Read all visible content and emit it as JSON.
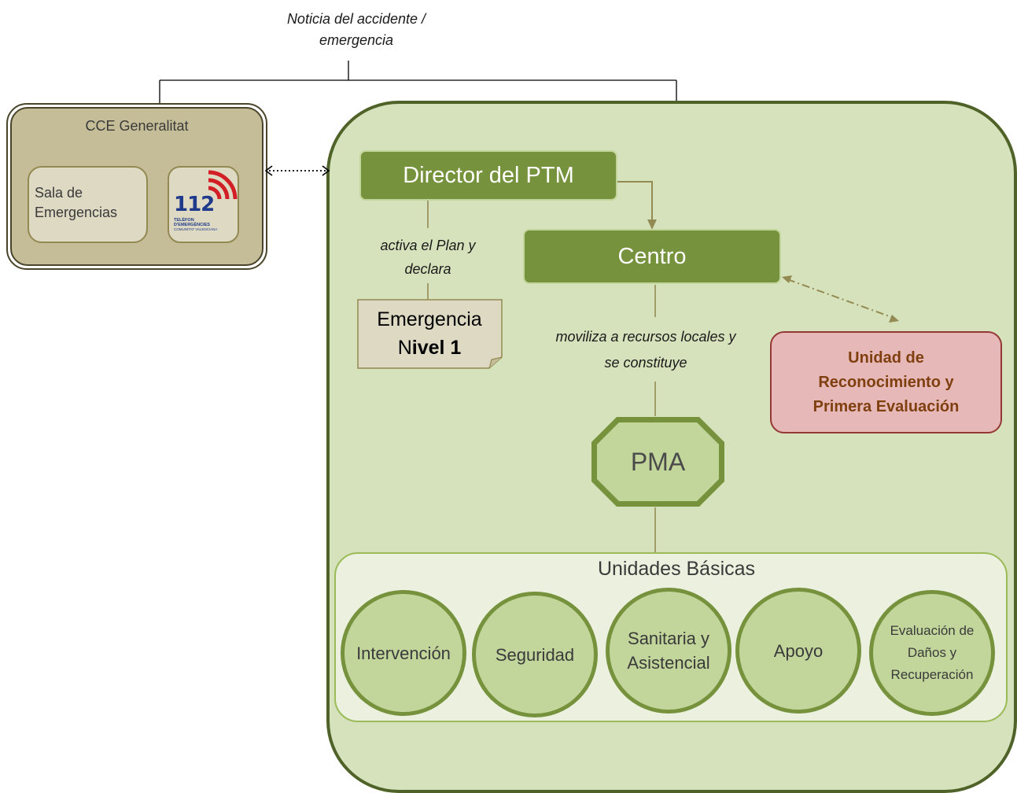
{
  "top_note": {
    "line1": "Noticia del accidente /",
    "line2": "emergencia"
  },
  "cce": {
    "title": "CCE Generalitat",
    "sala_line1": "Sala de",
    "sala_line2": "Emergencias",
    "logo_number": "112",
    "logo_text_line1": "TELÈFON",
    "logo_text_line2": "D'EMERGÈNCIES",
    "logo_text_line3": "COMUNITAT VALENCIANA"
  },
  "director": {
    "label": "Director del PTM"
  },
  "centro": {
    "label": "Centro"
  },
  "activa_label": {
    "line1": "activa el Plan y",
    "line2": "declara"
  },
  "emergencia_note": {
    "line1": "Emergencia",
    "line2_prefix": "N",
    "line2_bold": "ivel 1"
  },
  "moviliza_label": {
    "line1": "moviliza a recursos locales y",
    "line2_prefix": "se ",
    "line2_rest": "constituye"
  },
  "unidad_reconocimiento": {
    "line1": "Unidad de",
    "line2": "Reconocimiento y",
    "line3": "Primera Evaluación"
  },
  "pma": {
    "label": "PMA"
  },
  "unidades_basicas": {
    "title": "Unidades Básicas",
    "items": [
      {
        "line1": "Intervención",
        "line2": "",
        "line3": ""
      },
      {
        "line1": "Seguridad",
        "line2": "",
        "line3": ""
      },
      {
        "line1": "Sanitaria y",
        "line2": "Asistencial",
        "line3": ""
      },
      {
        "line1": "Apoyo",
        "line2": "",
        "line3": ""
      },
      {
        "line1": "Evaluación de",
        "line2": "Daños y",
        "line3": "Recuperación"
      }
    ]
  },
  "colors": {
    "outer_green_fill": "#d6e2bb",
    "outer_green_border": "#4f6228",
    "dark_green": "#76923c",
    "circle_fill": "#c2d69b",
    "tan_fill": "#c4bd97",
    "tan_border": "#4a452a",
    "red_fill": "#e6b9b8",
    "red_border": "#953735",
    "red_text": "#7f3f0f"
  }
}
